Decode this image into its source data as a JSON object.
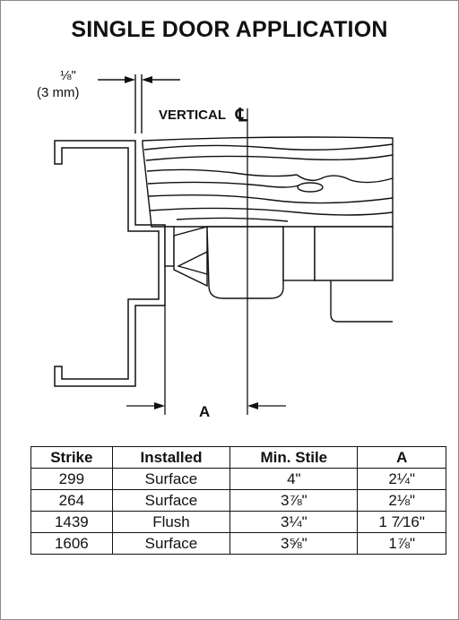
{
  "title": "SINGLE DOOR APPLICATION",
  "diagram": {
    "gap_inch": "⅛\"",
    "gap_mm": "(3 mm)",
    "vertical_label": "VERTICAL",
    "centerline_symbol": "℄",
    "dimension_label": "A"
  },
  "table": {
    "headers": [
      "Strike",
      "Installed",
      "Min. Stile",
      "A"
    ],
    "rows": [
      [
        "299",
        "Surface",
        "4\"",
        "2¼\""
      ],
      [
        "264",
        "Surface",
        "3⅞\"",
        "2⅛\""
      ],
      [
        "1439",
        "Flush",
        "3¼\"",
        "1 7⁄16\""
      ],
      [
        "1606",
        "Surface",
        "3⅝\"",
        "1⅞\""
      ]
    ]
  }
}
